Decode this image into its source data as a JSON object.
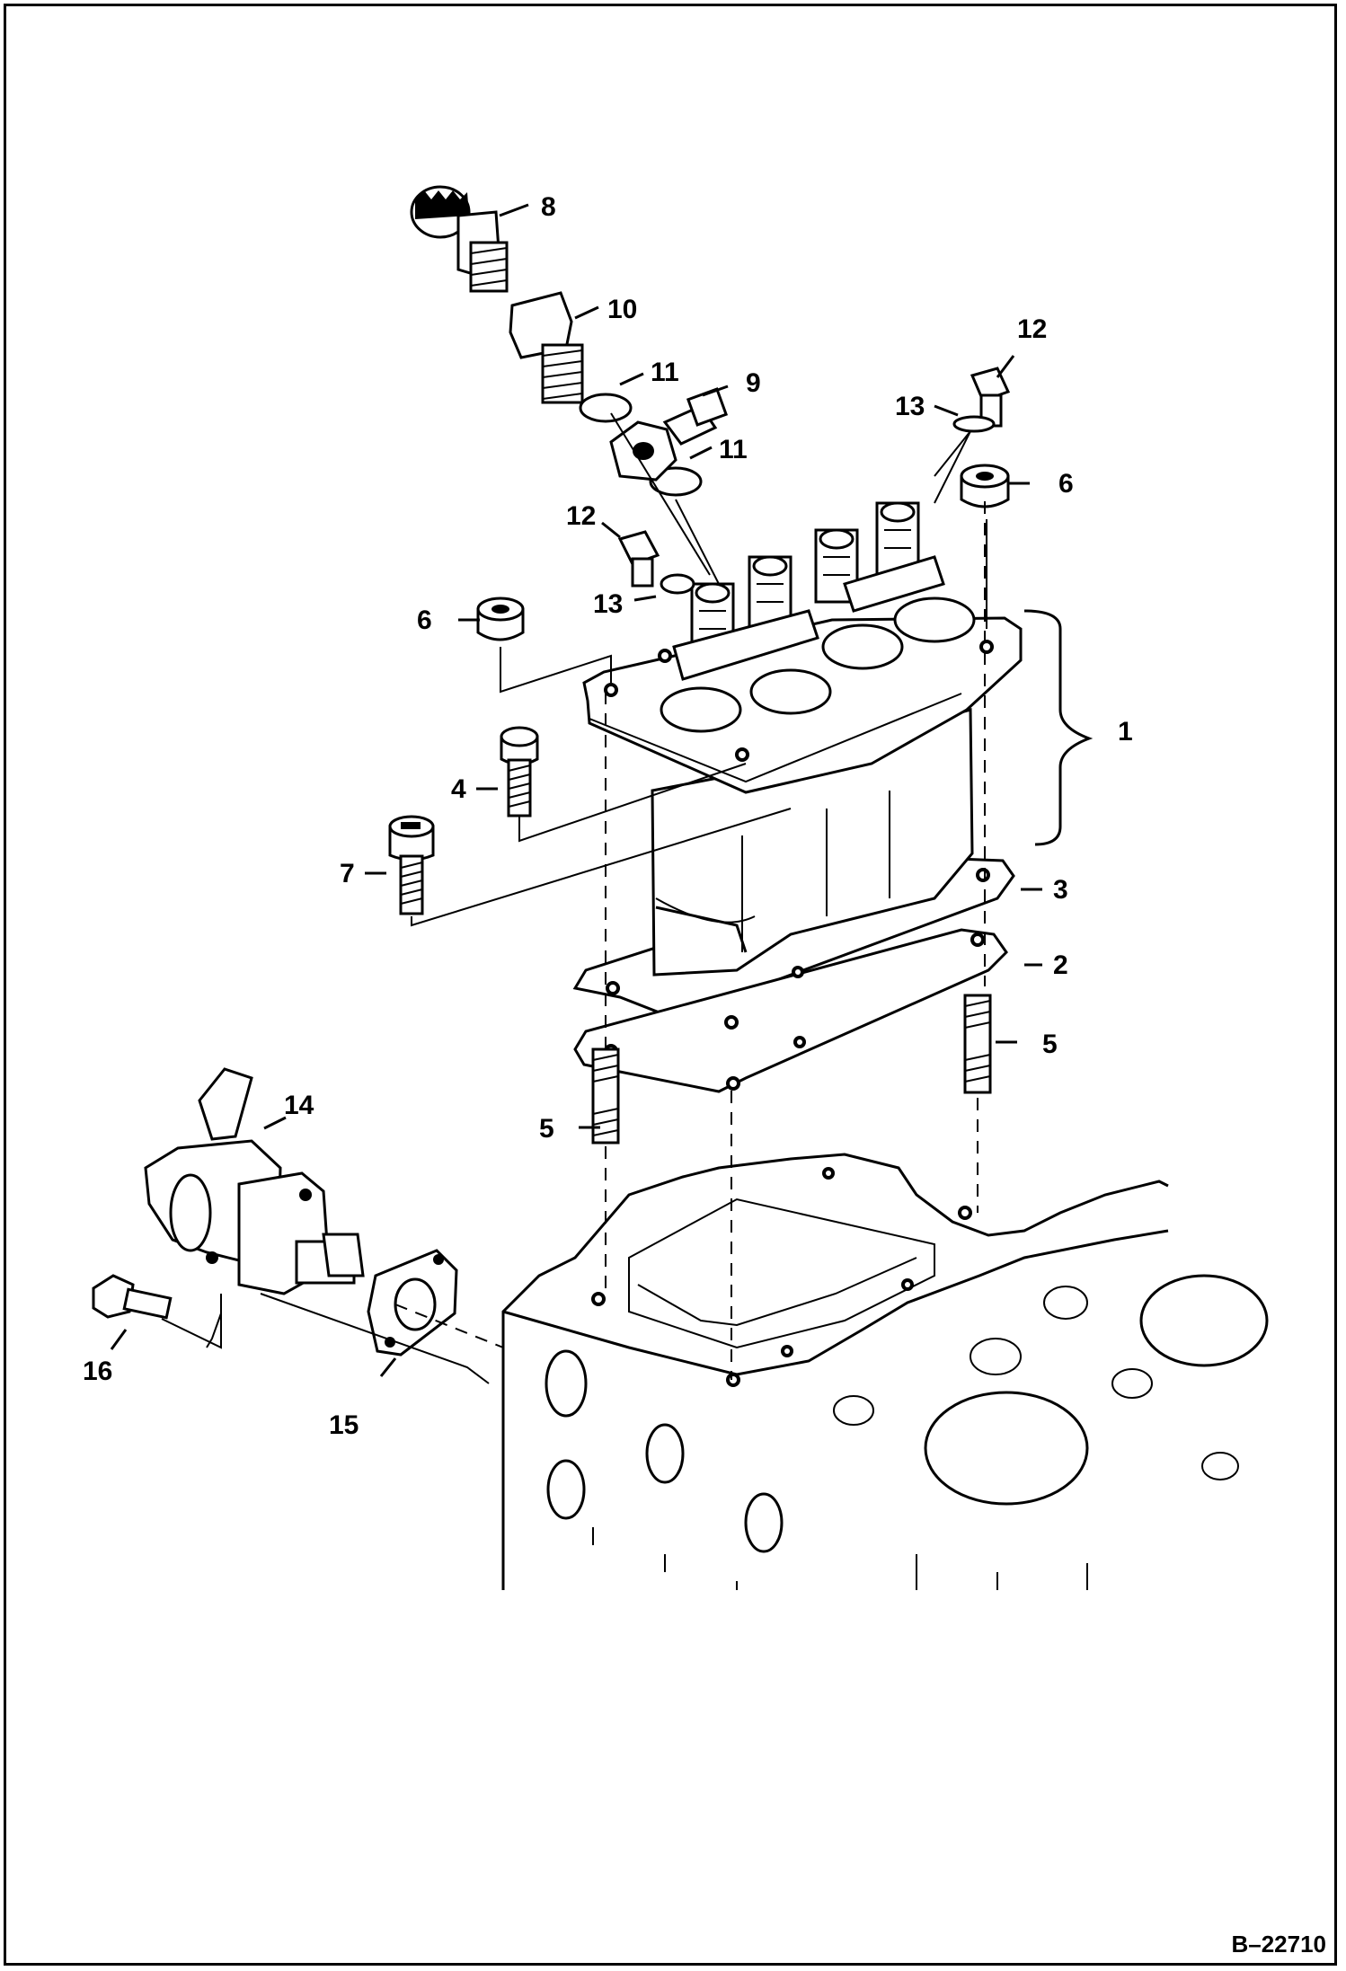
{
  "figure_id": "B–22710",
  "callouts": [
    {
      "id": "c1",
      "label": "1"
    },
    {
      "id": "c2",
      "label": "2"
    },
    {
      "id": "c3",
      "label": "3"
    },
    {
      "id": "c4",
      "label": "4"
    },
    {
      "id": "c5a",
      "label": "5"
    },
    {
      "id": "c5b",
      "label": "5"
    },
    {
      "id": "c6a",
      "label": "6"
    },
    {
      "id": "c6b",
      "label": "6"
    },
    {
      "id": "c7",
      "label": "7"
    },
    {
      "id": "c8",
      "label": "8"
    },
    {
      "id": "c9",
      "label": "9"
    },
    {
      "id": "c10",
      "label": "10"
    },
    {
      "id": "c11a",
      "label": "11"
    },
    {
      "id": "c11b",
      "label": "11"
    },
    {
      "id": "c12a",
      "label": "12"
    },
    {
      "id": "c12b",
      "label": "12"
    },
    {
      "id": "c13a",
      "label": "13"
    },
    {
      "id": "c13b",
      "label": "13"
    },
    {
      "id": "c14",
      "label": "14"
    },
    {
      "id": "c15",
      "label": "15"
    },
    {
      "id": "c16",
      "label": "16"
    }
  ]
}
